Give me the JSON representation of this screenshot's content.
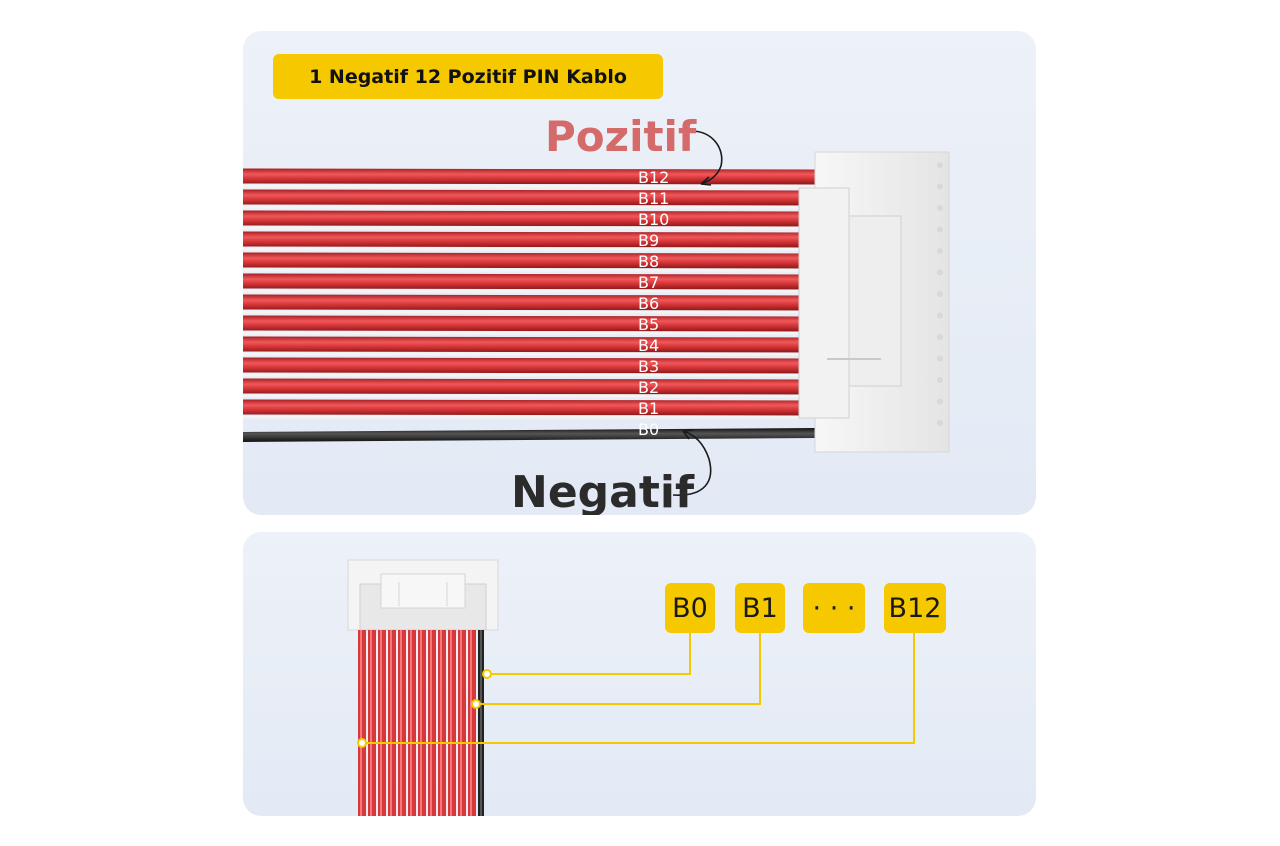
{
  "title": "1 Negatif 12 Pozitif PIN Kablo",
  "positive_label": "Pozitif",
  "negative_label": "Negatif",
  "wire_labels": [
    "B12",
    "B11",
    "B10",
    "B9",
    "B8",
    "B7",
    "B6",
    "B5",
    "B4",
    "B3",
    "B2",
    "B1",
    "B0"
  ],
  "pin_boxes": [
    "B0",
    "B1",
    "· · ·",
    "B12"
  ],
  "colors": {
    "accent": "#f5c800",
    "positive_wire": "#d9383a",
    "negative_wire": "#222222",
    "positive_text": "#d46a6a",
    "negative_text": "#2b2b2b"
  }
}
